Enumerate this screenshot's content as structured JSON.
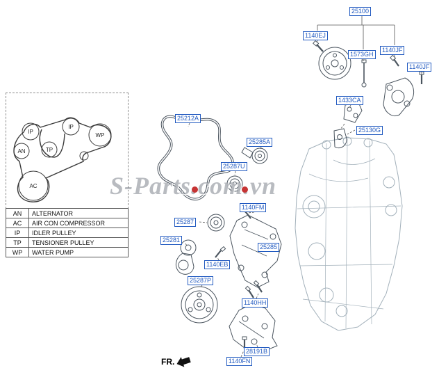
{
  "colors": {
    "label_blue": "#2059c0",
    "part_line": "#4a545e",
    "engine_line": "#a2b0ba",
    "watermark_gray": "#7d848c",
    "red_dot": "#c63434"
  },
  "belt_diagram": {
    "pulleys": [
      {
        "code": "IP"
      },
      {
        "code": "IP"
      },
      {
        "code": "WP"
      },
      {
        "code": "AN"
      },
      {
        "code": "TP"
      },
      {
        "code": "AC"
      }
    ]
  },
  "legend": {
    "rows": [
      {
        "code": "AN",
        "name": "ALTERNATOR"
      },
      {
        "code": "AC",
        "name": "AIR CON COMPRESSOR"
      },
      {
        "code": "IP",
        "name": "IDLER PULLEY"
      },
      {
        "code": "TP",
        "name": "TENSIONER PULLEY"
      },
      {
        "code": "WP",
        "name": "WATER PUMP"
      }
    ]
  },
  "labels": [
    {
      "text": "25100"
    },
    {
      "text": "1140EJ"
    },
    {
      "text": "1573GH"
    },
    {
      "text": "1140JF"
    },
    {
      "text": "1140JF"
    },
    {
      "text": "1433CA"
    },
    {
      "text": "25130G"
    },
    {
      "text": "25212A"
    },
    {
      "text": "25285A"
    },
    {
      "text": "25287U"
    },
    {
      "text": "1140FM"
    },
    {
      "text": "25287"
    },
    {
      "text": "25281"
    },
    {
      "text": "25285"
    },
    {
      "text": "1140EB"
    },
    {
      "text": "25287P"
    },
    {
      "text": "1140HH"
    },
    {
      "text": "28191B"
    },
    {
      "text": "1140FN"
    }
  ],
  "watermark": {
    "text": "S-Parts.com.vn"
  },
  "fr": {
    "label": "FR."
  }
}
